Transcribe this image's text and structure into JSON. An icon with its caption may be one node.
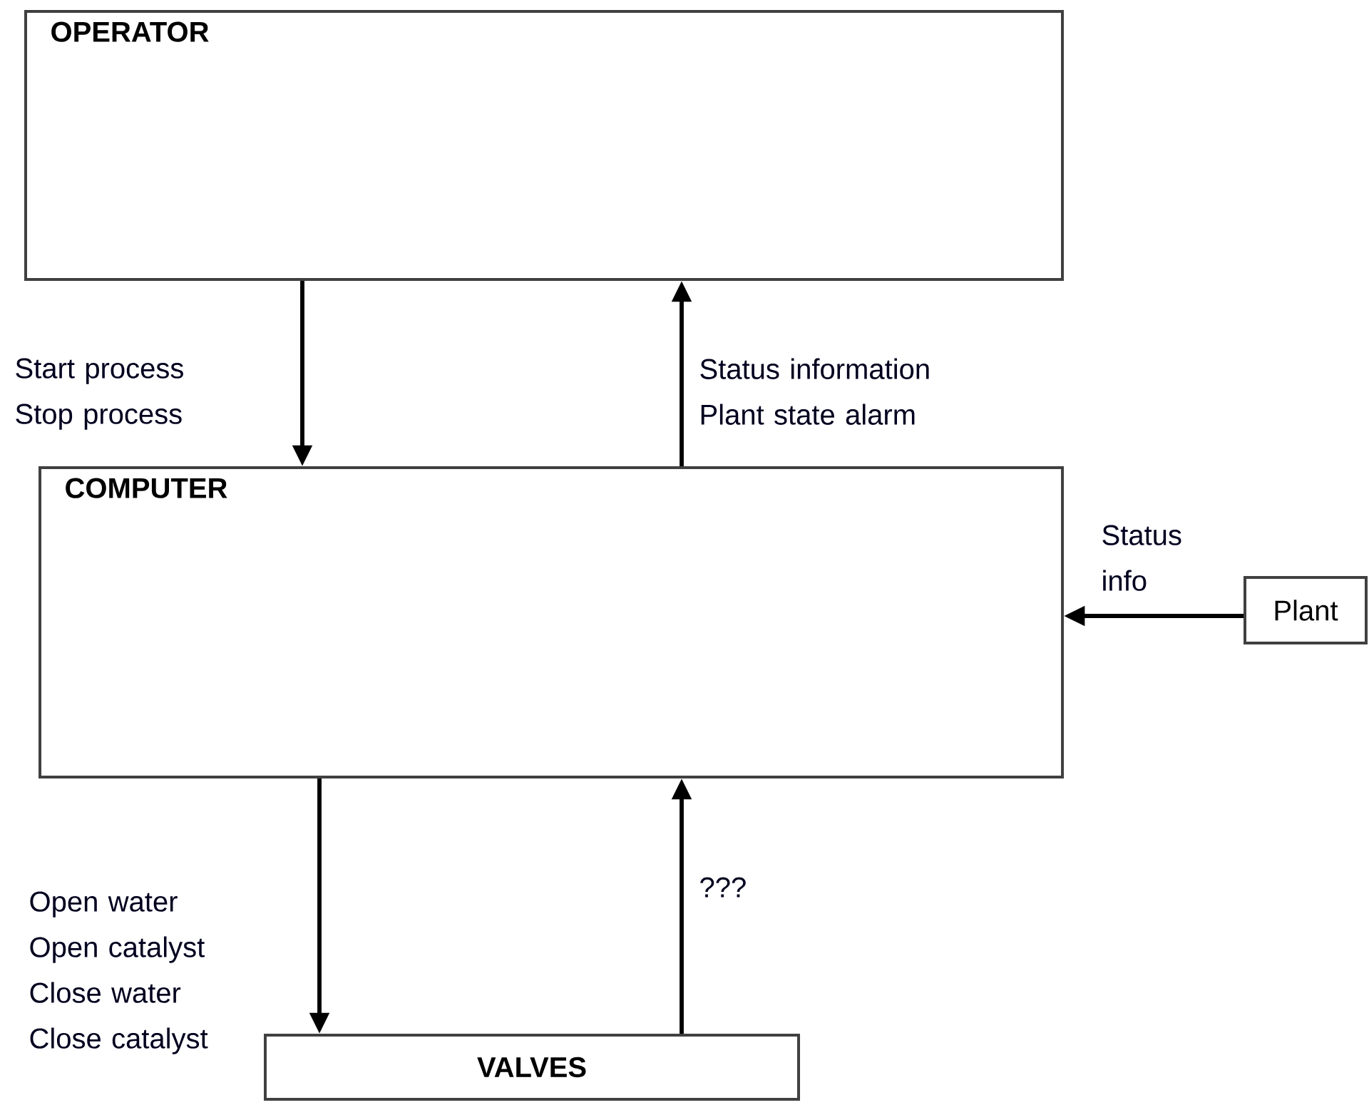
{
  "diagram": {
    "nodes": [
      {
        "text": [
          "OPERATOR"
        ]
      },
      {
        "text": [
          "COMPUTER"
        ]
      },
      {
        "text": [
          "Plant"
        ]
      },
      {
        "text": [
          "VALVES"
        ]
      }
    ],
    "edges": [
      {
        "from": 0,
        "to": 1,
        "arrow": "to",
        "label": "Start process Stop process"
      },
      {
        "from": 1,
        "to": 0,
        "arrow": "to",
        "label": "Status information Plant state alarm"
      },
      {
        "from": 2,
        "to": 1,
        "arrow": "to",
        "label": "Status info"
      },
      {
        "from": 1,
        "to": 3,
        "arrow": "to",
        "label": "Open water Open catalyst Close water Close catalyst"
      },
      {
        "from": 3,
        "to": 1,
        "arrow": "to",
        "label": "???"
      }
    ]
  }
}
